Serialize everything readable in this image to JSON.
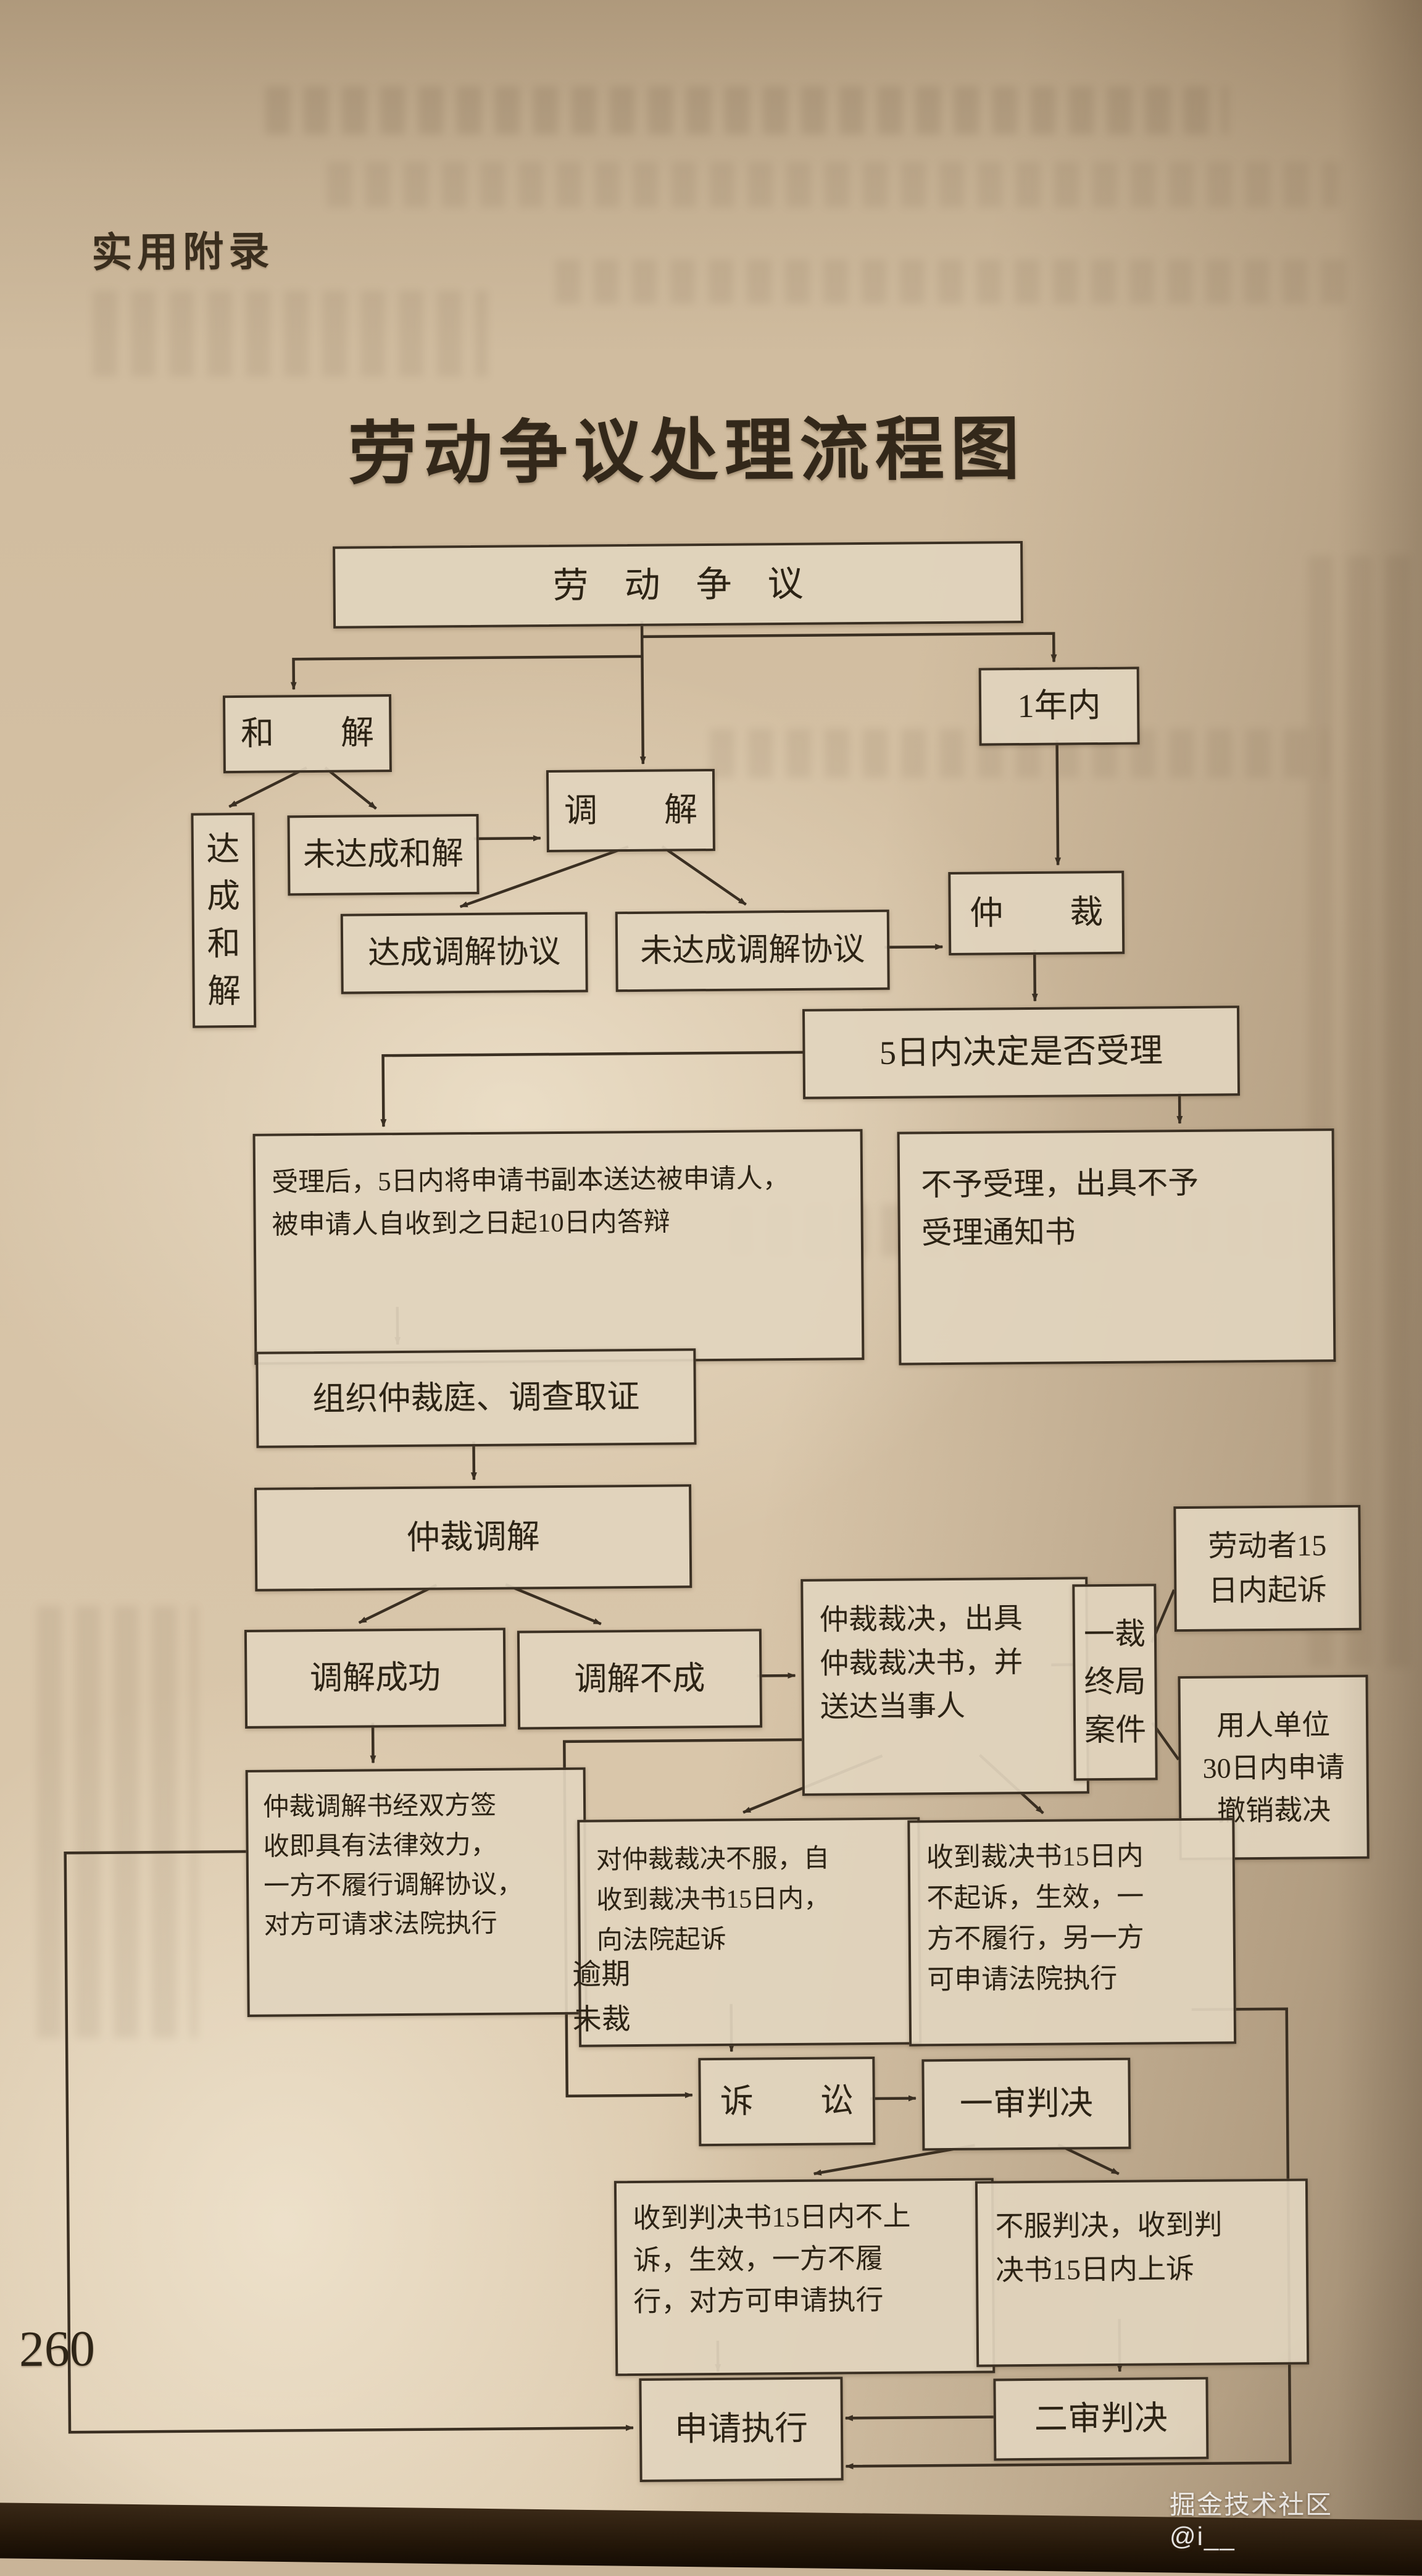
{
  "page": {
    "header": "实用附录",
    "title": "劳动争议处理流程图",
    "page_number": "260",
    "watermark": "掘金技术社区 @i__"
  },
  "flowchart": {
    "nodes": {
      "dispute": {
        "label": "劳　动　争　议"
      },
      "reconciliation": {
        "label": "和　　解"
      },
      "one_year": {
        "label": "1年内"
      },
      "reconciled": {
        "label": "达成和解"
      },
      "not_reconciled": {
        "label": "未达成和解"
      },
      "mediation": {
        "label": "调　　解"
      },
      "mediation_agreed": {
        "label": "达成调解协议"
      },
      "mediation_not_agreed": {
        "label": "未达成调解协议"
      },
      "arbitration": {
        "label": "仲　　裁"
      },
      "five_days": {
        "label": "5日内决定是否受理"
      },
      "accepted": {
        "label": "受理后，5日内将申请书副本送达被申请人，\n被申请人自收到之日起10日内答辩"
      },
      "rejected": {
        "label": "不予受理，出具不予\n受理通知书"
      },
      "tribunal": {
        "label": "组织仲裁庭、调查取证"
      },
      "arb_mediation": {
        "label": "仲裁调解"
      },
      "mediation_success": {
        "label": "调解成功"
      },
      "mediation_fail": {
        "label": "调解不成"
      },
      "award": {
        "label": "仲裁裁决，出具\n仲裁裁决书，并\n送达当事人"
      },
      "final_award": {
        "label": "一裁\n终局\n案件"
      },
      "worker_sue": {
        "label": "劳动者15\n日内起诉"
      },
      "employer_revoke": {
        "label": "用人单位\n30日内申请\n撤销裁决"
      },
      "mediation_doc": {
        "label": "仲裁调解书经双方签\n收即具有法律效力，\n一方不履行调解协议，\n对方可请求法院执行"
      },
      "dissatisfied": {
        "label": "对仲裁裁决不服，自\n收到裁决书15日内，\n向法院起诉"
      },
      "no_sue": {
        "label": "收到裁决书15日内\n不起诉，生效，一\n方不履行，另一方\n可申请法院执行"
      },
      "lawsuit": {
        "label": "诉　　讼"
      },
      "first_judgment": {
        "label": "一审判决"
      },
      "no_appeal": {
        "label": "收到判决书15日内不上\n诉，生效，一方不履\n行，对方可申请执行"
      },
      "appeal": {
        "label": "不服判决，收到判\n决书15日内上诉"
      },
      "enforce": {
        "label": "申请执行"
      },
      "second_judgment": {
        "label": "二审判决"
      }
    },
    "edge_labels": {
      "overdue": "逾期\n未裁"
    },
    "line_color": "#3a2f22"
  }
}
